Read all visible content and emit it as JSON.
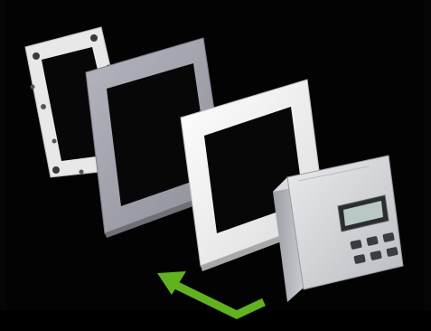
{
  "scene": {
    "background_color": "#030303",
    "components": [
      {
        "name": "mounting-plate",
        "color": "#e6e6e6"
      },
      {
        "name": "grey-cover-frame",
        "color": "#a9a9b2"
      },
      {
        "name": "white-cover-frame",
        "color": "#f2f2f2"
      },
      {
        "name": "control-unit",
        "color": "#cfd1d4"
      }
    ],
    "arrow": {
      "icon": "double-arrow-icon",
      "color": "#62b21f"
    }
  }
}
